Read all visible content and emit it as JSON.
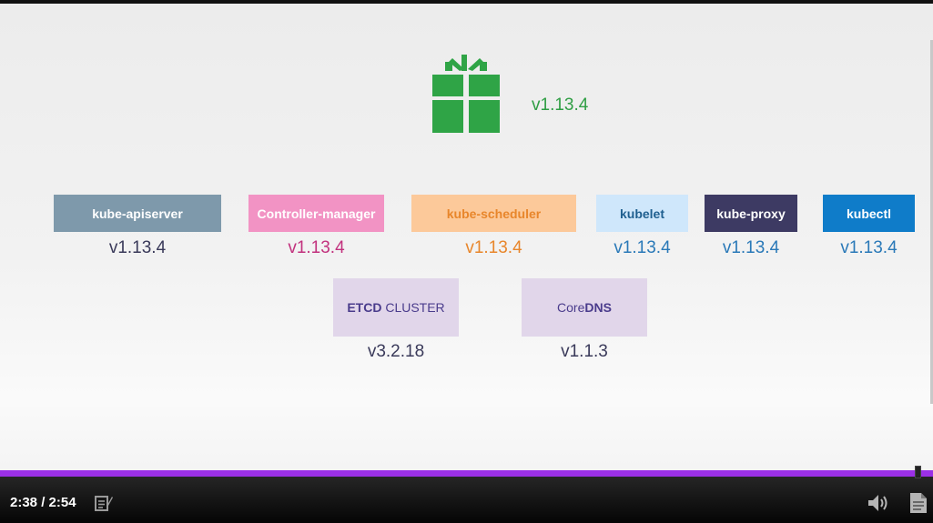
{
  "release": {
    "version": "v1.13.4",
    "icon": "gift-package-icon"
  },
  "components": [
    {
      "label": "kube-apiserver",
      "version": "v1.13.4",
      "box_color": "#7e99ab",
      "text_color": "#ffffff",
      "version_color": "#3a3a5a"
    },
    {
      "label": "Controller-manager",
      "version": "v1.13.4",
      "box_color": "#f293c4",
      "text_color": "#ffffff",
      "version_color": "#c2327e"
    },
    {
      "label": "kube-scheduler",
      "version": "v1.13.4",
      "box_color": "#fcc99a",
      "text_color": "#e8862b",
      "version_color": "#e8862b"
    },
    {
      "label": "kubelet",
      "version": "v1.13.4",
      "box_color": "#cfe7fb",
      "text_color": "#1f5f8f",
      "version_color": "#2a79b8"
    },
    {
      "label": "kube-proxy",
      "version": "v1.13.4",
      "box_color": "#3d3a63",
      "text_color": "#ffffff",
      "version_color": "#2a79b8"
    },
    {
      "label": "kubectl",
      "version": "v1.13.4",
      "box_color": "#0f7cc9",
      "text_color": "#ffffff",
      "version_color": "#2a79b8"
    }
  ],
  "etcd": {
    "label_bold": "ETCD",
    "label_rest": " CLUSTER",
    "version": "v3.2.18"
  },
  "coredns": {
    "label_rest": "Core",
    "label_bold": "DNS",
    "version": "v1.1.3"
  },
  "player": {
    "time": "2:38 / 2:54",
    "progress": 0.983,
    "progress_color": "#9b30e6",
    "icons": [
      "notes-icon",
      "volume-icon",
      "transcript-icon"
    ]
  }
}
